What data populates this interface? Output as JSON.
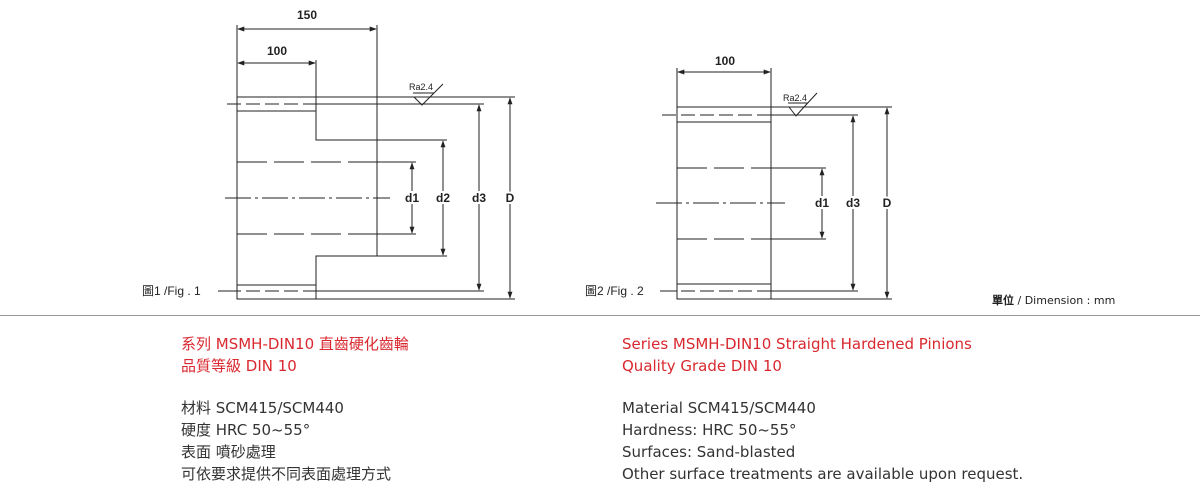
{
  "fig1": {
    "label": "圖1 /Fig . 1",
    "dims": {
      "total_length": "150",
      "hub_length": "100",
      "d1": "d1",
      "d2": "d2",
      "d3": "d3",
      "D": "D"
    },
    "roughness": "Ra2.4"
  },
  "fig2": {
    "label": "圖2 /Fig . 2",
    "dims": {
      "length": "100",
      "d1": "d1",
      "d3": "d3",
      "D": "D"
    },
    "roughness": "Ra2.4"
  },
  "unit": {
    "prefix": "單位",
    "suffix": " / Dimension : mm"
  },
  "zh": {
    "title1": "系列 MSMH-DIN10  直齒硬化齒輪",
    "title2": "品質等級 DIN 10",
    "lines": [
      "材料 SCM415/SCM440",
      "硬度 HRC 50~55°",
      "表面 噴砂處理",
      "可依要求提供不同表面處理方式"
    ]
  },
  "en": {
    "title1": "Series MSMH-DIN10 Straight Hardened Pinions",
    "title2": "Quality Grade DIN 10",
    "lines": [
      "Material SCM415/SCM440",
      "Hardness: HRC 50~55°",
      "Surfaces: Sand-blasted",
      "Other surface treatments are available upon request."
    ]
  },
  "colors": {
    "title": "#d9282f",
    "line": "#333333",
    "divider": "#9a9a9a"
  }
}
